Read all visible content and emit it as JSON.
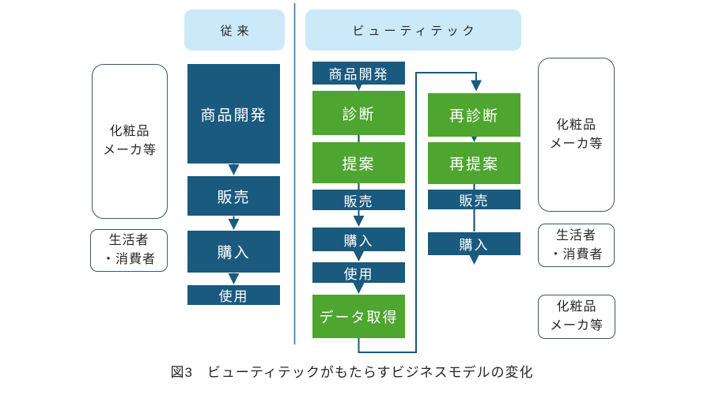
{
  "figure": {
    "caption": "図3　ビューティテックがもたらすビジネスモデルの変化"
  },
  "headers": {
    "traditional": "従来",
    "beautytech": "ビューティテック"
  },
  "actors": {
    "left_maker": {
      "line1": "化粧品",
      "line2": "メーカ等"
    },
    "left_consumer": {
      "line1": "生活者",
      "line2": "・消費者"
    },
    "right_maker": {
      "line1": "化粧品",
      "line2": "メーカ等"
    },
    "right_consumer": {
      "line1": "生活者",
      "line2": "・消費者"
    },
    "right_maker_bottom": {
      "line1": "化粧品",
      "line2": "メーカ等"
    }
  },
  "flows": {
    "traditional": {
      "steps": [
        {
          "label": "商品開発",
          "style": "dark"
        },
        {
          "label": "販売",
          "style": "dark"
        },
        {
          "label": "購入",
          "style": "dark"
        },
        {
          "label": "使用",
          "style": "dark"
        }
      ]
    },
    "beautytech_main": {
      "steps": [
        {
          "label": "商品開発",
          "style": "dark"
        },
        {
          "label": "診断",
          "style": "green"
        },
        {
          "label": "提案",
          "style": "green"
        },
        {
          "label": "販売",
          "style": "dark"
        },
        {
          "label": "購入",
          "style": "dark"
        },
        {
          "label": "使用",
          "style": "dark"
        },
        {
          "label": "データ取得",
          "style": "green"
        }
      ]
    },
    "beautytech_repeat": {
      "steps": [
        {
          "label": "再診断",
          "style": "green"
        },
        {
          "label": "再提案",
          "style": "green"
        },
        {
          "label": "販売",
          "style": "dark"
        },
        {
          "label": "購入",
          "style": "dark"
        }
      ]
    }
  },
  "colors": {
    "dark_box": "#1A5A7E",
    "green_box": "#4EA52F",
    "header_bg": "#CBE9F8",
    "actor_border": "#3E566B",
    "connector": "#1A5A7E",
    "divider": "#3C74A0",
    "text_on_box": "#FFFFFF",
    "text_dark": "#262626"
  }
}
